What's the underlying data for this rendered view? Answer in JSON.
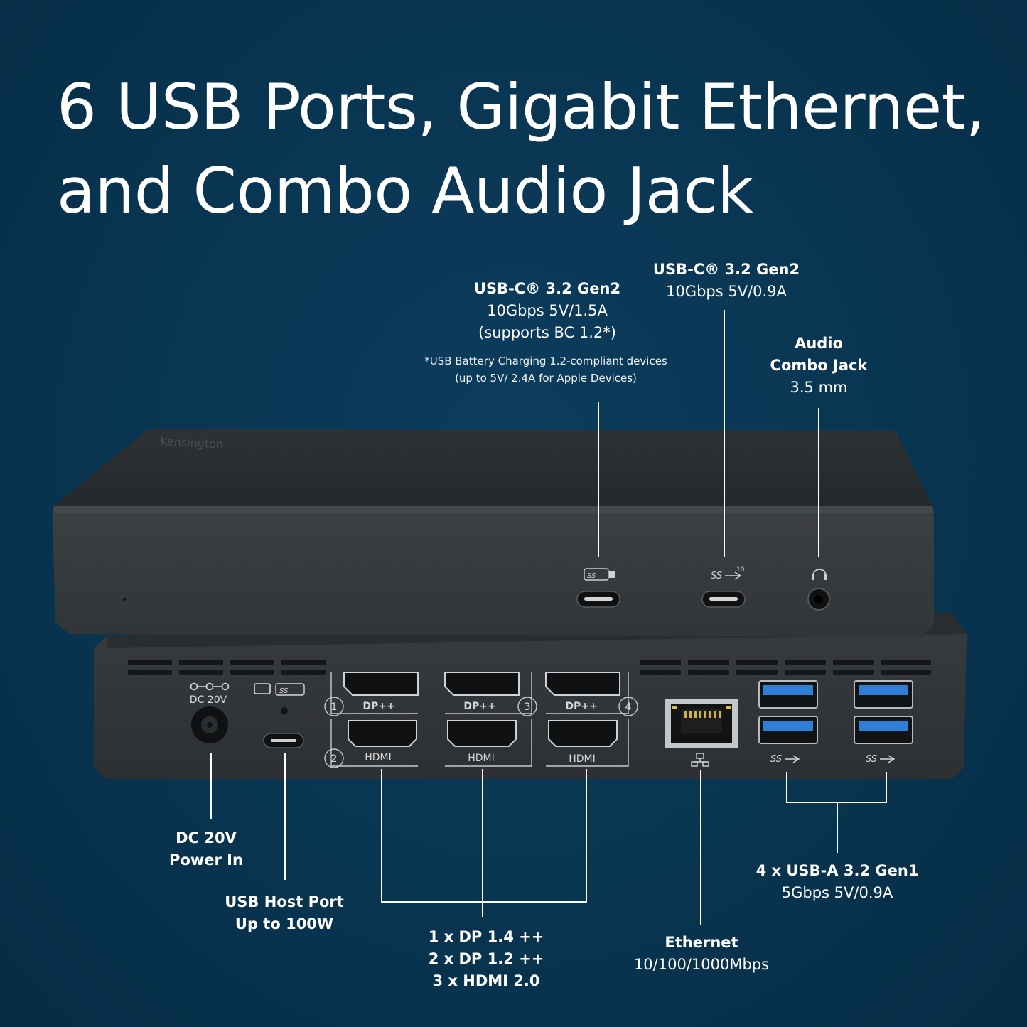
{
  "headline": {
    "line1": "6 USB Ports, Gigabit Ethernet,",
    "line2": "and Combo Audio Jack"
  },
  "brand": "Kensington",
  "colors": {
    "background": "#083553",
    "device": "#3a3d40",
    "text": "#ffffff"
  },
  "callouts": {
    "usbc_front_left": {
      "title": "USB-C® 3.2 Gen2",
      "spec": "10Gbps  5V/1.5A",
      "sub": "(supports BC 1.2*)",
      "note1": "*USB Battery Charging 1.2-compliant devices",
      "note2": "(up to 5V/ 2.4A for Apple Devices)"
    },
    "usbc_front_right": {
      "title": "USB-C® 3.2 Gen2",
      "spec": "10Gbps  5V/0.9A"
    },
    "audio": {
      "line1": "Audio",
      "line2": "Combo Jack",
      "spec": "3.5 mm"
    },
    "dc": {
      "line1": "DC 20V",
      "line2": "Power In"
    },
    "host": {
      "line1": "USB Host Port",
      "line2": "Up to 100W"
    },
    "video": {
      "line1": "1  x  DP 1.4 ++",
      "line2": "2  x  DP 1.2 ++",
      "line3": "3  x  HDMI 2.0"
    },
    "ethernet": {
      "title": "Ethernet",
      "spec": "10/100/1000Mbps"
    },
    "usba": {
      "title": "4 x USB-A 3.2 Gen1",
      "spec": "5Gbps 5V/0.9A"
    }
  },
  "port_labels": {
    "dc": "DC  20V",
    "dp": "DP++",
    "hdmi": "HDMI",
    "ss": "SS",
    "ss10": "10",
    "num1": "1",
    "num2": "2",
    "num3": "3",
    "num4": "4"
  }
}
